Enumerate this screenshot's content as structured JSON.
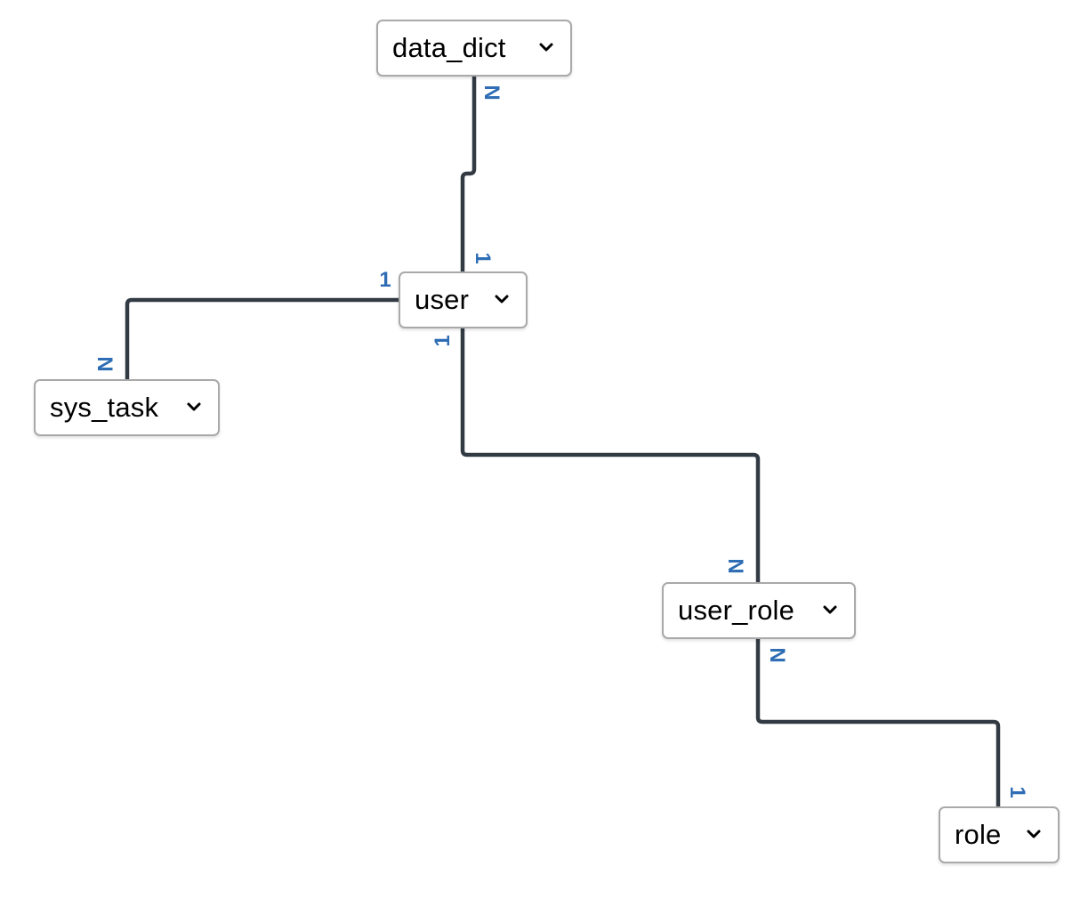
{
  "nodes": [
    {
      "id": "data_dict",
      "label": "data_dict",
      "icon": "chevron-down-icon"
    },
    {
      "id": "user",
      "label": "user",
      "icon": "chevron-down-icon"
    },
    {
      "id": "sys_task",
      "label": "sys_task",
      "icon": "chevron-down-icon"
    },
    {
      "id": "user_role",
      "label": "user_role",
      "icon": "chevron-down-icon"
    },
    {
      "id": "role",
      "label": "role",
      "icon": "chevron-down-icon"
    }
  ],
  "edges": [
    {
      "from": "data_dict",
      "to": "user",
      "from_cardinality": "N",
      "to_cardinality": "1"
    },
    {
      "from": "user",
      "to": "sys_task",
      "from_cardinality": "1",
      "to_cardinality": "N"
    },
    {
      "from": "user",
      "to": "user_role",
      "from_cardinality": "1",
      "to_cardinality": "N"
    },
    {
      "from": "user_role",
      "to": "role",
      "from_cardinality": "N",
      "to_cardinality": "1"
    }
  ],
  "colors": {
    "edge": "#323a44",
    "cardinality": "#2f6db5",
    "node_border": "#a9a9a9"
  }
}
